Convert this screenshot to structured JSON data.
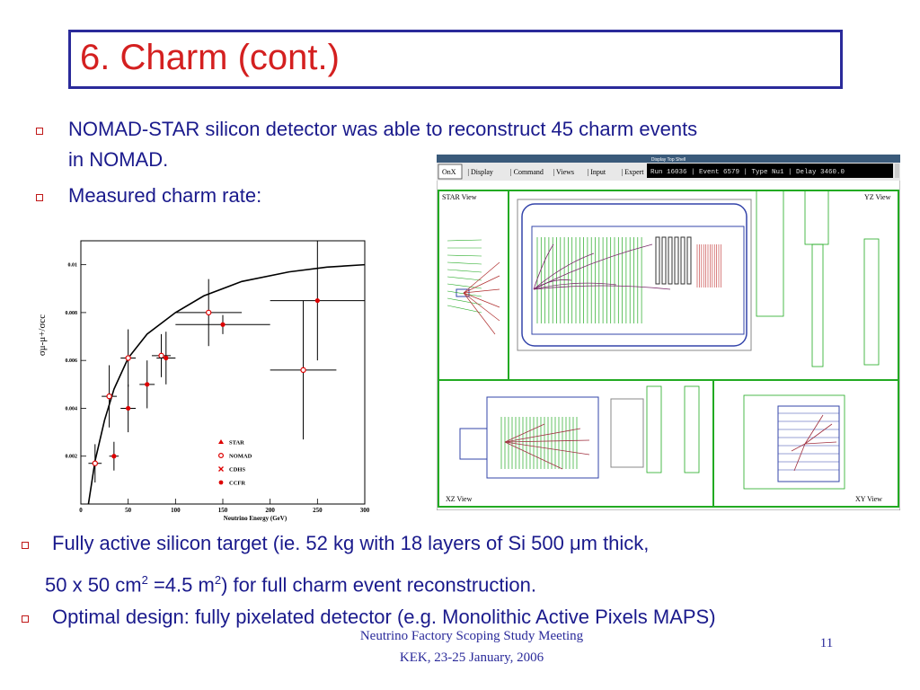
{
  "slide": {
    "title": "6. Charm (cont.)",
    "bullets": {
      "b1_line1": "NOMAD-STAR silicon detector was able to reconstruct 45 charm events",
      "b1_line2": "in NOMAD.",
      "b2": "Measured charm rate:",
      "b3_line1_pre": "Fully active silicon target (ie. 52 kg with 18 layers of Si 500 ",
      "b3_mu": "μ",
      "b3_line1_post": "m thick,",
      "b3_line2_a": "50 x 50 cm",
      "b3_line2_sup1": "2",
      "b3_line2_b": " =4.5 m",
      "b3_line2_sup2": "2",
      "b3_line2_c": ") for full charm event reconstruction.",
      "b4": "Optimal design: fully pixelated detector (e.g. Monolithic Active Pixels MAPS)"
    },
    "footer": {
      "line1": "Neutrino Factory Scoping Study Meeting",
      "line2": "KEK, 23-25 January, 2006",
      "page": "11"
    },
    "colors": {
      "title": "#d42020",
      "text": "#1a1a8c",
      "frame": "#2a2a9a",
      "bullet": "#c01818"
    }
  },
  "detector_display": {
    "window_title": "Display Top Shell",
    "menu": [
      "OnX",
      "Display",
      "Command",
      "Views",
      "Input",
      "Expert"
    ],
    "status": "Run 16036 | Event   6579 | Type Nu1 | Delay 3460.0",
    "views": {
      "star": "STAR View",
      "yz": "YZ View",
      "xz": "XZ View",
      "xy": "XY View"
    }
  },
  "chart_data": {
    "type": "scatter",
    "xlabel": "Neutrino Energy (GeV)",
    "ylabel": "σμ-μ+/σcc",
    "xlim": [
      0,
      300
    ],
    "ylim": [
      0,
      0.011
    ],
    "x_ticks": [
      "0",
      "50",
      "100",
      "150",
      "200",
      "250",
      "300"
    ],
    "y_ticks": [
      "0.002",
      "0.004",
      "0.006",
      "0.008",
      "0.01"
    ],
    "legend": [
      "STAR",
      "NOMAD",
      "CDHS",
      "CCFR"
    ],
    "legend_placement": "bottom-right",
    "curve": {
      "x": [
        8,
        15,
        25,
        35,
        50,
        70,
        100,
        130,
        170,
        220,
        260,
        300
      ],
      "y": [
        0.0,
        0.0018,
        0.0035,
        0.0048,
        0.0061,
        0.0071,
        0.008,
        0.0087,
        0.0093,
        0.0097,
        0.0099,
        0.01
      ]
    },
    "series": [
      {
        "name": "NOMAD",
        "x": [
          15,
          30,
          50,
          85,
          135,
          235
        ],
        "y": [
          0.0017,
          0.0045,
          0.0061,
          0.0062,
          0.008,
          0.0056
        ],
        "xerr": [
          7,
          8,
          8,
          10,
          35,
          35
        ],
        "yerr": [
          0.0008,
          0.0013,
          0.0012,
          0.0009,
          0.0014,
          0.0029
        ]
      },
      {
        "name": "CCFR",
        "x": [
          35,
          50,
          70,
          90,
          150,
          250
        ],
        "y": [
          0.002,
          0.004,
          0.005,
          0.0061,
          0.0075,
          0.0085
        ],
        "xerr": [
          5,
          8,
          8,
          10,
          50,
          50
        ],
        "yerr": [
          0.0006,
          0.001,
          0.001,
          0.0011,
          0.0004,
          0.0025
        ]
      }
    ]
  }
}
